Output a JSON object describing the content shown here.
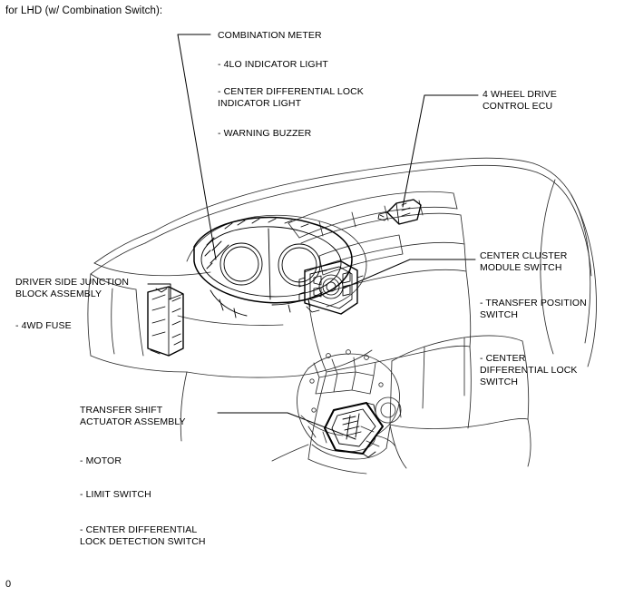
{
  "title": "for LHD (w/ Combination Switch):",
  "page_number": "0",
  "callouts": {
    "combination_meter": {
      "name": "COMBINATION METER",
      "items": [
        "- 4LO INDICATOR LIGHT",
        "- CENTER DIFFERENTIAL LOCK\nINDICATOR LIGHT",
        "- WARNING BUZZER"
      ]
    },
    "control_ecu": {
      "name": "4 WHEEL DRIVE\nCONTROL ECU"
    },
    "center_cluster": {
      "name": "CENTER CLUSTER\nMODULE SWITCH",
      "items": [
        "- TRANSFER POSITION\nSWITCH",
        "- CENTER\nDIFFERENTIAL LOCK\nSWITCH"
      ]
    },
    "junction_block": {
      "name": "DRIVER SIDE JUNCTION\nBLOCK ASSEMBLY",
      "items": [
        "- 4WD FUSE"
      ]
    },
    "transfer_shift": {
      "name": "TRANSFER SHIFT\nACTUATOR ASSEMBLY",
      "items": [
        "- MOTOR",
        "- LIMIT SWITCH",
        "- CENTER DIFFERENTIAL\nLOCK DETECTION SWITCH"
      ]
    }
  },
  "colors": {
    "ink": "#000000",
    "line_light": "#3a3a3a",
    "background": "#ffffff"
  }
}
